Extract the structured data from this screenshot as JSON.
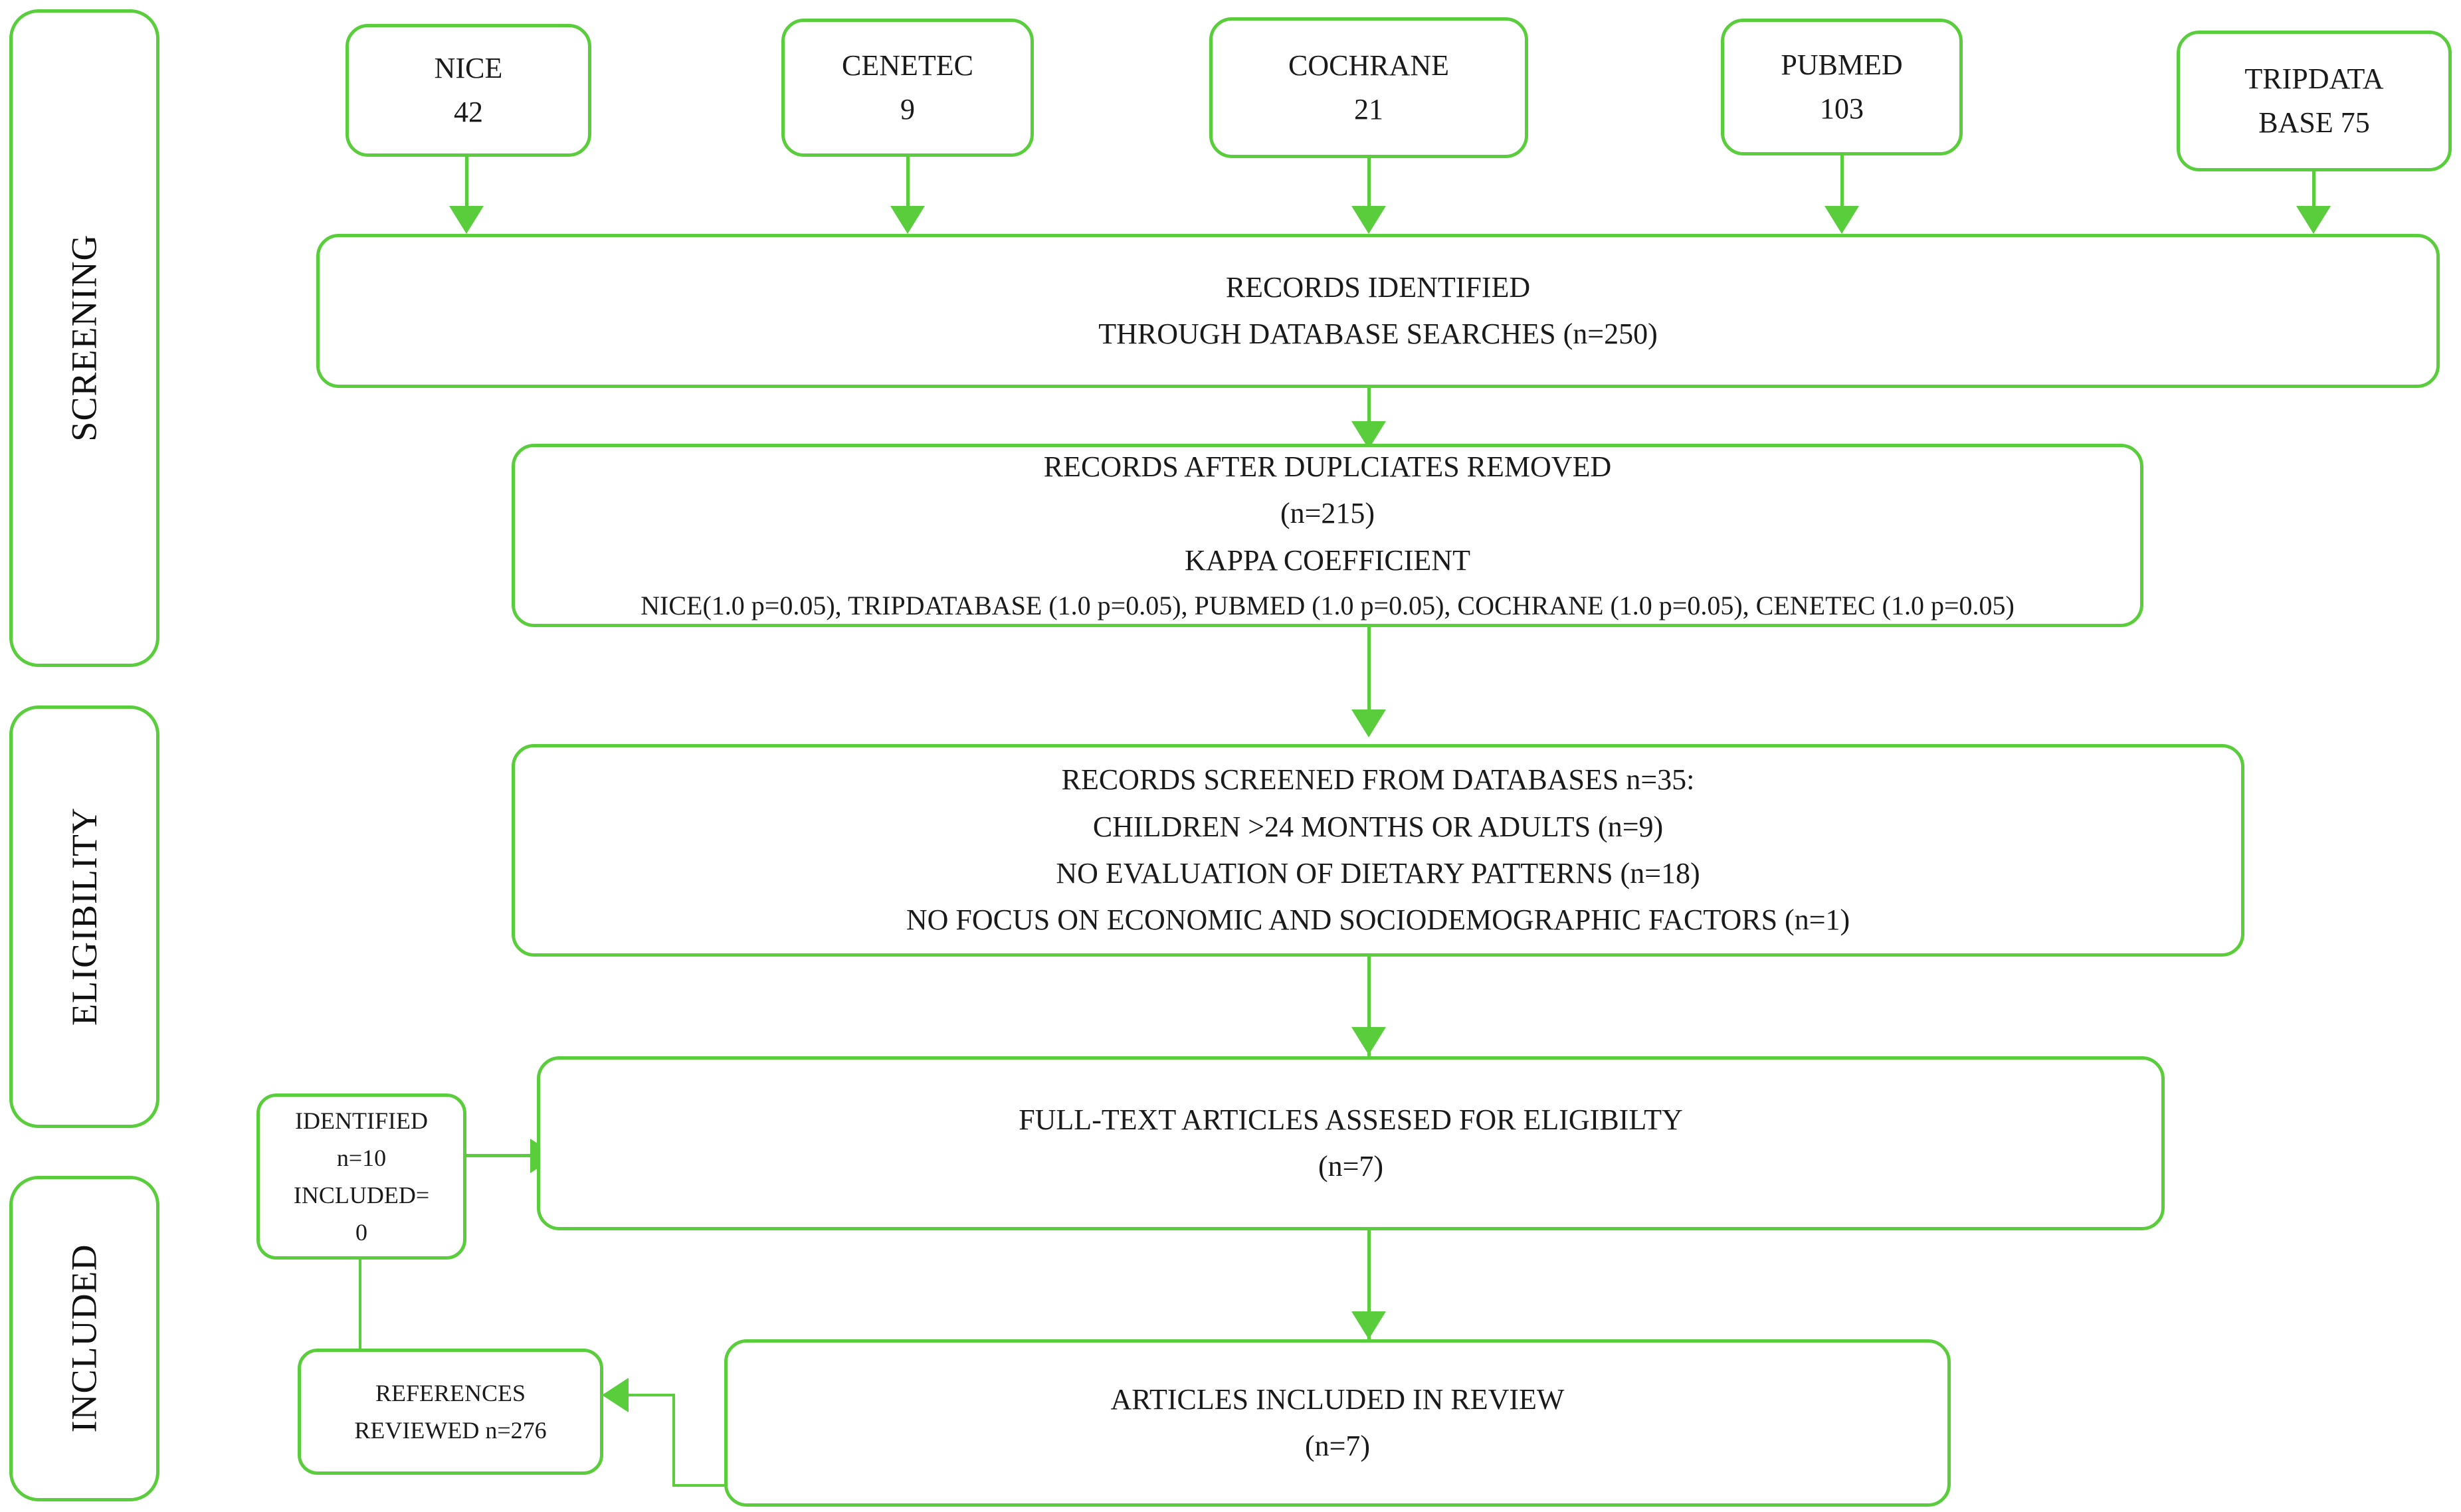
{
  "diagram": {
    "title": "PRISMA flow diagram",
    "accent_color": "#5ACD3C",
    "text_color": "#1a1a1a",
    "background": "#ffffff"
  },
  "phases": [
    {
      "label": "SCREENING"
    },
    {
      "label": "ELIGIBILITY"
    },
    {
      "label": "INCLUDED"
    }
  ],
  "sources": [
    {
      "name": "NICE",
      "count": "42"
    },
    {
      "name": "CENETEC",
      "count": "9"
    },
    {
      "name": "COCHRANE",
      "count": "21"
    },
    {
      "name": "PUBMED",
      "count": "103"
    },
    {
      "name": "TRIPDATA",
      "count": "BASE 75"
    }
  ],
  "stages": {
    "identified": {
      "line1": "RECORDS IDENTIFIED",
      "line2": "THROUGH DATABASE SEARCHES   (n=250)"
    },
    "duplicates_removed": {
      "line1": "RECORDS AFTER  DUPLCIATES REMOVED",
      "line2": "(n=215)",
      "line3": "KAPPA COEFFICIENT",
      "line4": "NICE(1.0 p=0.05), TRIPDATABASE (1.0 p=0.05),  PUBMED (1.0 p=0.05),  COCHRANE (1.0 p=0.05),  CENETEC (1.0 p=0.05)"
    },
    "screened": {
      "line1": "RECORDS SCREENED FROM DATABASES   n=35:",
      "line2": "CHILDREN >24 MONTHS OR ADULTS (n=9)",
      "line3": "NO EVALUATION OF DIETARY PATTERNS (n=18)",
      "line4": "NO FOCUS ON ECONOMIC AND SOCIODEMOGRAPHIC FACTORS (n=1)"
    },
    "fulltext": {
      "line1": "FULL-TEXT ARTICLES ASSESED FOR ELIGIBILTY",
      "line2": "(n=7)"
    },
    "included": {
      "line1": "ARTICLES INCLUDED IN REVIEW",
      "line2": "(n=7)"
    }
  },
  "side_boxes": {
    "identified_extra": {
      "line1": "IDENTIFIED",
      "line2": "n=10",
      "line3": "INCLUDED=",
      "line4": "0"
    },
    "references_reviewed": {
      "line1": "REFERENCES",
      "line2": "REVIEWED n=276"
    }
  },
  "chart_data": {
    "type": "diagram",
    "title": "PRISMA flow diagram",
    "nodes": [
      {
        "id": "nice",
        "label": "NICE 42",
        "value": 42
      },
      {
        "id": "cenetec",
        "label": "CENETEC 9",
        "value": 9
      },
      {
        "id": "cochrane",
        "label": "COCHRANE 21",
        "value": 21
      },
      {
        "id": "pubmed",
        "label": "PUBMED 103",
        "value": 103
      },
      {
        "id": "tripdata",
        "label": "TRIPDATABASE 75",
        "value": 75
      },
      {
        "id": "identified",
        "label": "RECORDS IDENTIFIED THROUGH DATABASE SEARCHES",
        "value": 250
      },
      {
        "id": "dedup",
        "label": "RECORDS AFTER DUPLCIATES REMOVED",
        "value": 215
      },
      {
        "id": "screened",
        "label": "RECORDS SCREENED FROM DATABASES",
        "value": 35
      },
      {
        "id": "fulltext",
        "label": "FULL-TEXT ARTICLES ASSESED FOR ELIGIBILTY",
        "value": 7
      },
      {
        "id": "included",
        "label": "ARTICLES INCLUDED IN REVIEW",
        "value": 7
      },
      {
        "id": "extra",
        "label": "IDENTIFIED n=10 INCLUDED=0",
        "value": 10
      },
      {
        "id": "refs",
        "label": "REFERENCES REVIEWED",
        "value": 276
      }
    ],
    "exclusions": [
      {
        "reason": "CHILDREN >24 MONTHS OR ADULTS",
        "n": 9
      },
      {
        "reason": "NO EVALUATION OF DIETARY PATTERNS",
        "n": 18
      },
      {
        "reason": "NO FOCUS ON ECONOMIC AND SOCIODEMOGRAPHIC FACTORS",
        "n": 1
      }
    ],
    "kappa": [
      {
        "database": "NICE",
        "kappa": 1.0,
        "p": 0.05
      },
      {
        "database": "TRIPDATABASE",
        "kappa": 1.0,
        "p": 0.05
      },
      {
        "database": "PUBMED",
        "kappa": 1.0,
        "p": 0.05
      },
      {
        "database": "COCHRANE",
        "kappa": 1.0,
        "p": 0.05
      },
      {
        "database": "CENETEC",
        "kappa": 1.0,
        "p": 0.05
      }
    ],
    "edges": [
      [
        "nice",
        "identified"
      ],
      [
        "cenetec",
        "identified"
      ],
      [
        "cochrane",
        "identified"
      ],
      [
        "pubmed",
        "identified"
      ],
      [
        "tripdata",
        "identified"
      ],
      [
        "identified",
        "dedup"
      ],
      [
        "dedup",
        "screened"
      ],
      [
        "screened",
        "fulltext"
      ],
      [
        "extra",
        "fulltext"
      ],
      [
        "fulltext",
        "included"
      ],
      [
        "included",
        "refs"
      ],
      [
        "extra",
        "refs"
      ]
    ]
  }
}
